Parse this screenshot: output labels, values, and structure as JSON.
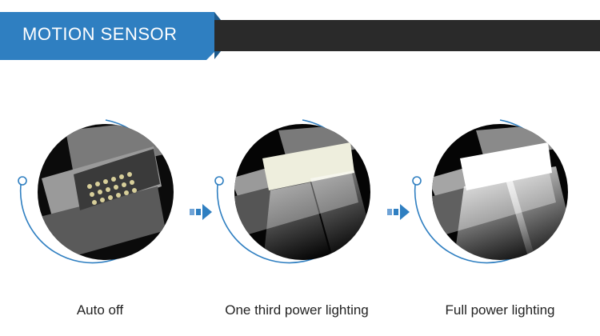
{
  "banner": {
    "title": "MOTION SENSOR"
  },
  "stages": [
    {
      "caption": "Auto off",
      "light_level": 0
    },
    {
      "caption": "One third power lighting",
      "light_level": 0.33
    },
    {
      "caption": "Full power lighting",
      "light_level": 1
    }
  ],
  "colors": {
    "accent_blue": "#2f7fc1",
    "banner_dark": "#2a2a2a",
    "ring": "#2f7fc1",
    "arrow": "#2f7fc1",
    "text": "#222222"
  },
  "icons": {
    "arrow": "arrow-right-icon",
    "ring_dot": "circle-marker-icon"
  }
}
